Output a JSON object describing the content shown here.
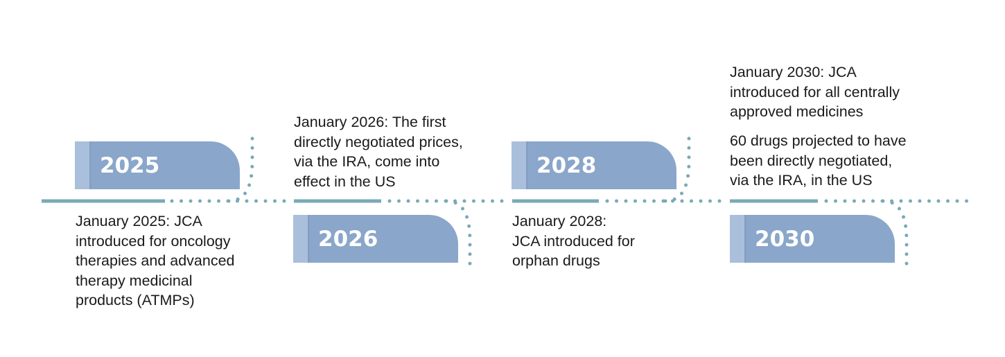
{
  "colors": {
    "line": "#79a9b7",
    "box": "#8aa6ca",
    "box_tab": "#a9bfdb",
    "box_tab_edge": "#7b96bd",
    "year_text": "#ffffff",
    "text": "#1a1a1a"
  },
  "milestones": [
    {
      "year": "2025",
      "lines": [
        "January 2025: JCA",
        "introduced for oncology",
        "therapies and advanced",
        "therapy medicinal",
        "products (ATMPs)"
      ]
    },
    {
      "year": "2026",
      "lines": [
        "January 2026: The first",
        "directly negotiated prices,",
        "via the IRA, come into",
        "effect in the US"
      ]
    },
    {
      "year": "2028",
      "lines": [
        "January 2028:",
        "JCA introduced for",
        "orphan drugs"
      ]
    },
    {
      "year": "2030",
      "lines": [
        "January 2030: JCA",
        "introduced for all centrally",
        "approved medicines"
      ],
      "extra_lines": [
        "60 drugs projected to have",
        "been directly negotiated,",
        "via the IRA, in the US"
      ]
    }
  ]
}
